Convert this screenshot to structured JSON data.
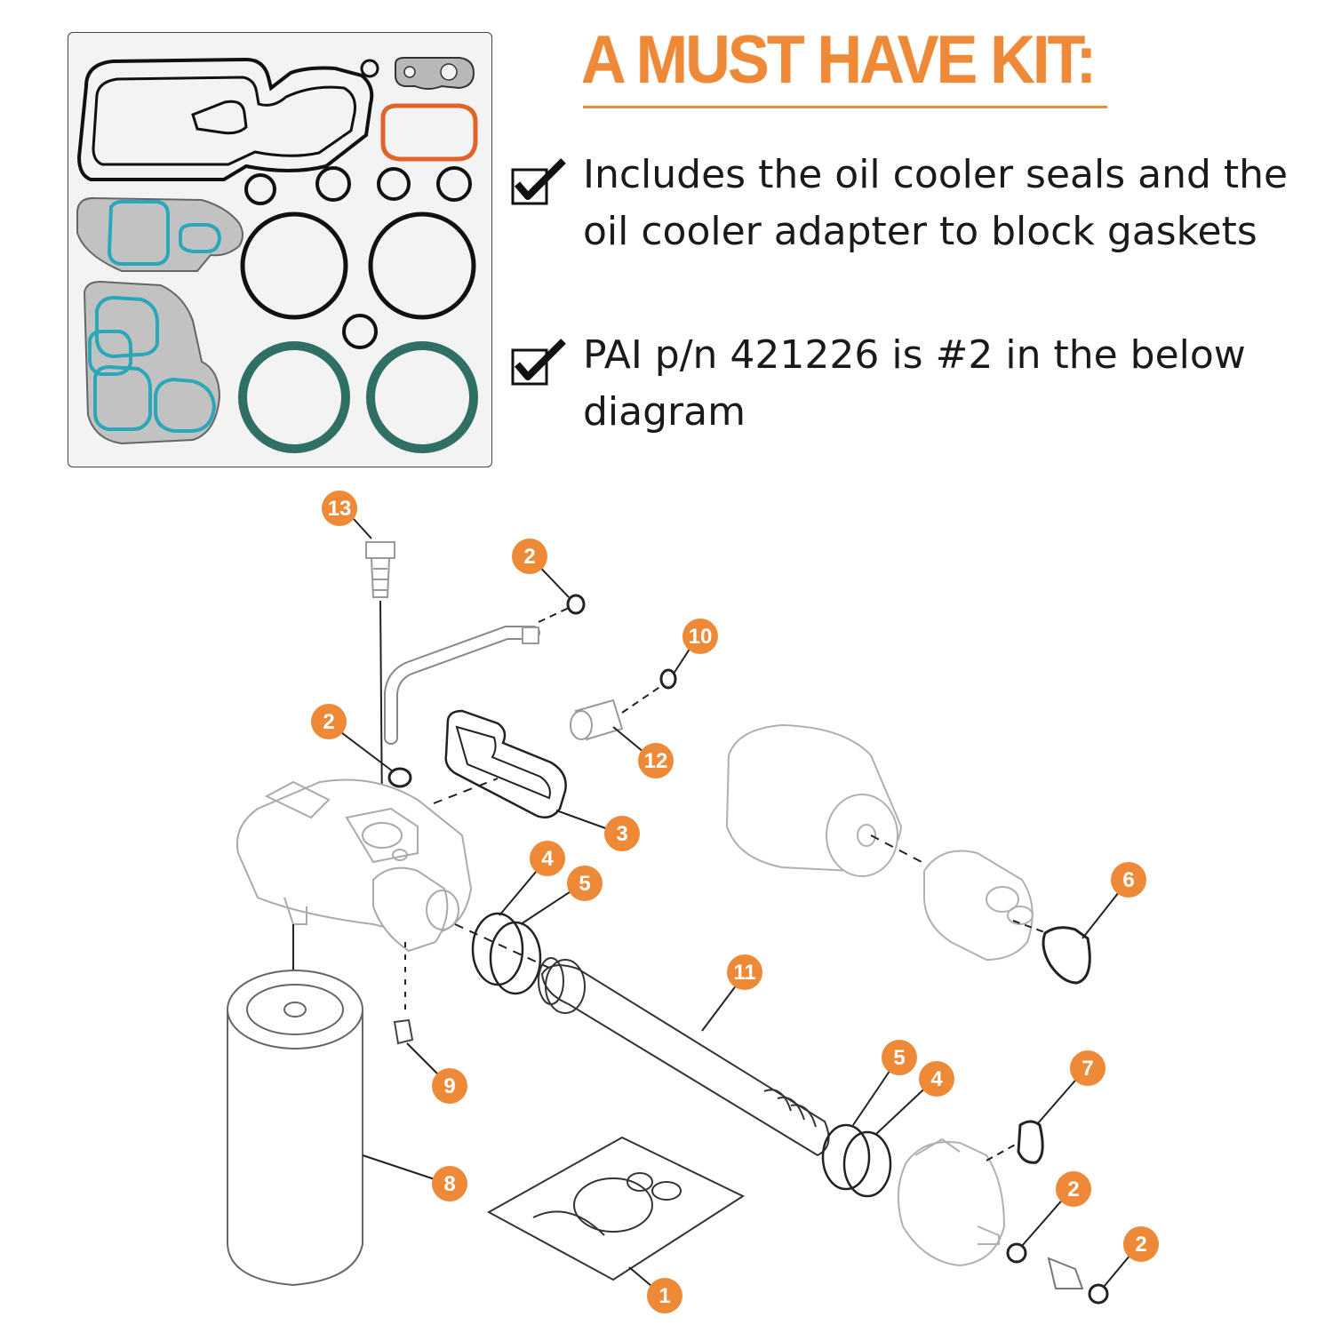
{
  "headline": "A MUST HAVE KIT:",
  "bullets": [
    {
      "lines": [
        "Includes the oil cooler seals and the",
        "oil cooler adapter to block gaskets"
      ]
    },
    {
      "lines": [
        "PAI p/n 421226 is #2 in the below",
        "diagram"
      ]
    }
  ],
  "icons": {
    "bullet": "checkbox-checked-icon"
  },
  "colors": {
    "accent": "#ee8a37",
    "callout": "#ee8a37",
    "gasket_teal": "#2aa7b8",
    "oring_green": "#2f6f64",
    "oring_orange": "#e2632a",
    "oring_black": "#111111"
  },
  "callouts": [
    {
      "id": "c13",
      "label": "13"
    },
    {
      "id": "c2a",
      "label": "2"
    },
    {
      "id": "c10",
      "label": "10"
    },
    {
      "id": "c2b",
      "label": "2"
    },
    {
      "id": "c12",
      "label": "12"
    },
    {
      "id": "c3",
      "label": "3"
    },
    {
      "id": "c4a",
      "label": "4"
    },
    {
      "id": "c5a",
      "label": "5"
    },
    {
      "id": "c6",
      "label": "6"
    },
    {
      "id": "c11",
      "label": "11"
    },
    {
      "id": "c9",
      "label": "9"
    },
    {
      "id": "c5b",
      "label": "5"
    },
    {
      "id": "c4b",
      "label": "4"
    },
    {
      "id": "c7",
      "label": "7"
    },
    {
      "id": "c8",
      "label": "8"
    },
    {
      "id": "c2c",
      "label": "2"
    },
    {
      "id": "c2d",
      "label": "2"
    },
    {
      "id": "c1",
      "label": "1"
    }
  ]
}
